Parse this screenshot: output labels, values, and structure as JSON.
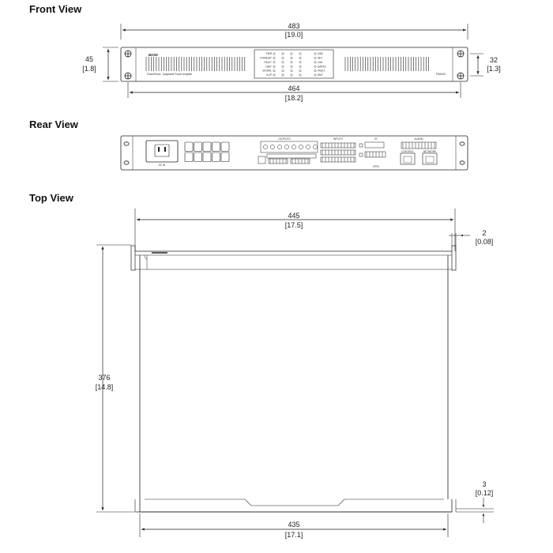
{
  "sections": {
    "front": "Front View",
    "rear": "Rear View",
    "top": "Top View"
  },
  "front": {
    "brand": "BOSE",
    "product": "PowerShare",
    "product_sub": "Adaptable Power Amplifier",
    "model": "PS604D",
    "led_left": [
      "PWR",
      "STANDBY",
      "FAULT",
      "LIMIT",
      "SIGNAL",
      "CLIP"
    ],
    "led_right": [
      "USB",
      "NET",
      "LAN",
      "DANTE",
      "FAULT",
      "RMT"
    ],
    "dims": {
      "overall_width": "483",
      "overall_width_in": "[19.0]",
      "panel_height": "45",
      "panel_height_in": "[1.8]",
      "hole_spacing": "32",
      "hole_spacing_in": "[1.3]",
      "hole_width": "464",
      "hole_width_in": "[18.2]"
    }
  },
  "rear": {
    "labels": {
      "outputs": "OUTPUTS",
      "inputs": "INPUTS",
      "alarm": "ALARM",
      "ac": "AC IN",
      "ir": "IR",
      "gpio": "GPIO",
      "ctrl": "CONTROL",
      "net": "NETWORK"
    }
  },
  "top": {
    "dims": {
      "width": "445",
      "width_in": "[17.5]",
      "flange": "2",
      "flange_in": "[0.08]",
      "depth": "376",
      "depth_in": "[14.8]",
      "rear_lip": "3",
      "rear_lip_in": "[0.12]",
      "bottom_width": "435",
      "bottom_width_in": "[17.1]"
    }
  }
}
